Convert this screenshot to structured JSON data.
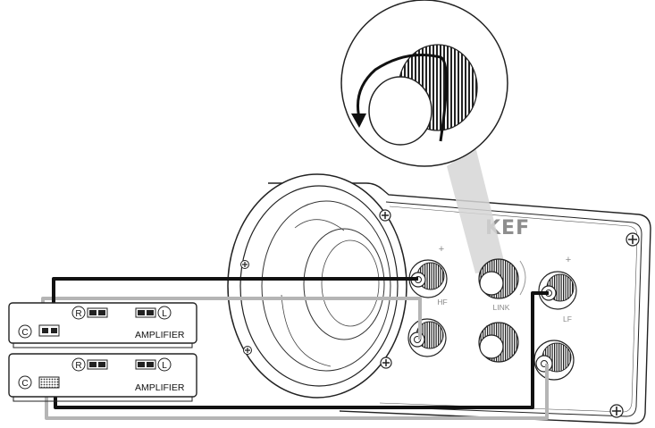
{
  "brand": {
    "name": "KEF"
  },
  "panel": {
    "hf_label": "HF",
    "lf_label": "LF",
    "link_label": "LINK",
    "plus_symbol": "+"
  },
  "amplifiers": [
    {
      "label": "AMPLIFIER",
      "common_badge": "C",
      "right_badge": "R",
      "left_badge": "L"
    },
    {
      "label": "AMPLIFIER",
      "common_badge": "C",
      "right_badge": "R",
      "left_badge": "L"
    }
  ],
  "colors": {
    "black_cable": "#111111",
    "grey_cable": "#b5b5b5",
    "outline": "#222222",
    "panel_text": "#8a8a8a"
  },
  "icons": [
    "rotate-arrow-icon",
    "screw-icon",
    "binding-post-icon",
    "link-knob-icon",
    "terminal-icon"
  ]
}
